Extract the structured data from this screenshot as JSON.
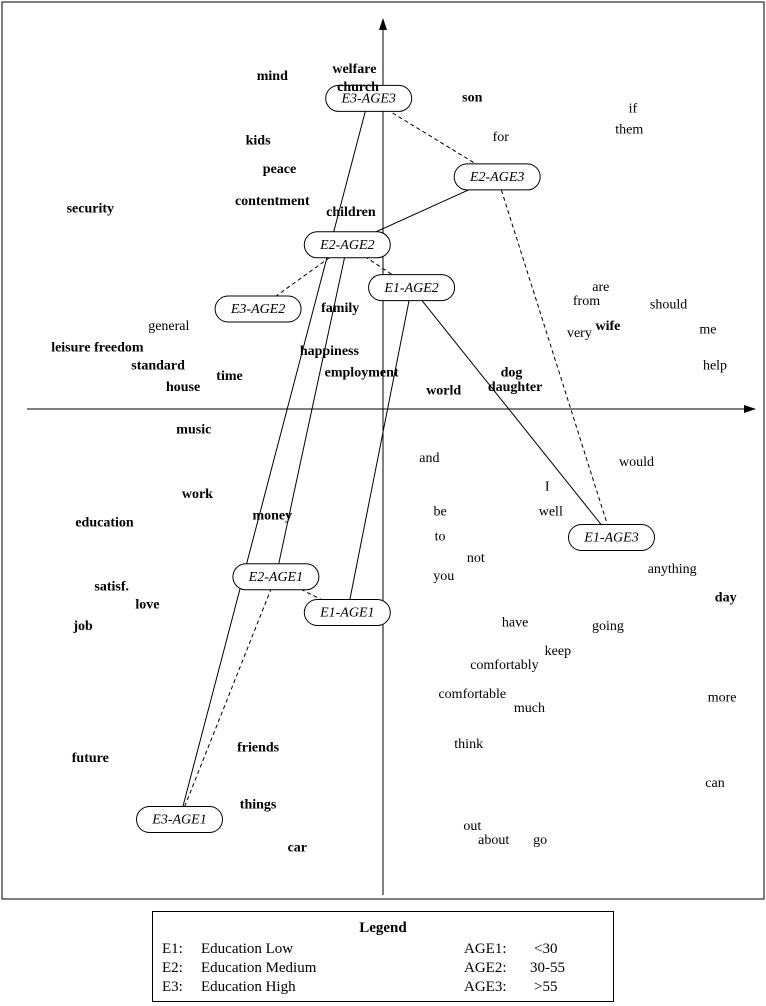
{
  "chart_data": {
    "type": "scatter",
    "title": "",
    "xlabel": "",
    "ylabel": "",
    "axes": "centered-cross-with-arrows",
    "xlim": [
      -1.0,
      1.0
    ],
    "ylim": [
      -1.0,
      1.0
    ],
    "words": [
      {
        "text": "mind",
        "x": -0.31,
        "y": 0.93,
        "bold": true
      },
      {
        "text": "welfare",
        "x": -0.08,
        "y": 0.95,
        "bold": true
      },
      {
        "text": "church",
        "x": -0.07,
        "y": 0.9,
        "bold": true
      },
      {
        "text": "son",
        "x": 0.25,
        "y": 0.87,
        "bold": true
      },
      {
        "text": "if",
        "x": 0.7,
        "y": 0.84,
        "bold": false
      },
      {
        "text": "them",
        "x": 0.69,
        "y": 0.78,
        "bold": false
      },
      {
        "text": "kids",
        "x": -0.35,
        "y": 0.75,
        "bold": true
      },
      {
        "text": "for",
        "x": 0.33,
        "y": 0.76,
        "bold": false
      },
      {
        "text": "peace",
        "x": -0.29,
        "y": 0.67,
        "bold": true
      },
      {
        "text": "contentment",
        "x": -0.31,
        "y": 0.58,
        "bold": true
      },
      {
        "text": "security",
        "x": -0.82,
        "y": 0.56,
        "bold": true
      },
      {
        "text": "children",
        "x": -0.09,
        "y": 0.55,
        "bold": true
      },
      {
        "text": "are",
        "x": 0.61,
        "y": 0.34,
        "bold": false
      },
      {
        "text": "from",
        "x": 0.57,
        "y": 0.3,
        "bold": false
      },
      {
        "text": "should",
        "x": 0.8,
        "y": 0.29,
        "bold": false
      },
      {
        "text": "family",
        "x": -0.12,
        "y": 0.28,
        "bold": true
      },
      {
        "text": "general",
        "x": -0.6,
        "y": 0.23,
        "bold": false
      },
      {
        "text": "wife",
        "x": 0.63,
        "y": 0.23,
        "bold": true
      },
      {
        "text": "me",
        "x": 0.91,
        "y": 0.22,
        "bold": false
      },
      {
        "text": "very",
        "x": 0.55,
        "y": 0.21,
        "bold": false
      },
      {
        "text": "leisure freedom",
        "x": -0.8,
        "y": 0.17,
        "bold": true
      },
      {
        "text": "happiness",
        "x": -0.15,
        "y": 0.16,
        "bold": true
      },
      {
        "text": "standard",
        "x": -0.63,
        "y": 0.12,
        "bold": true
      },
      {
        "text": "help",
        "x": 0.93,
        "y": 0.12,
        "bold": false
      },
      {
        "text": "dog",
        "x": 0.36,
        "y": 0.1,
        "bold": true
      },
      {
        "text": "employment",
        "x": -0.06,
        "y": 0.1,
        "bold": true
      },
      {
        "text": "time",
        "x": -0.43,
        "y": 0.09,
        "bold": true
      },
      {
        "text": "house",
        "x": -0.56,
        "y": 0.06,
        "bold": true
      },
      {
        "text": "world",
        "x": 0.17,
        "y": 0.05,
        "bold": true
      },
      {
        "text": "daughter",
        "x": 0.37,
        "y": 0.06,
        "bold": true
      },
      {
        "text": "music",
        "x": -0.53,
        "y": -0.06,
        "bold": true
      },
      {
        "text": "and",
        "x": 0.13,
        "y": -0.14,
        "bold": false
      },
      {
        "text": "would",
        "x": 0.71,
        "y": -0.15,
        "bold": false
      },
      {
        "text": "I",
        "x": 0.46,
        "y": -0.22,
        "bold": false
      },
      {
        "text": "work",
        "x": -0.52,
        "y": -0.24,
        "bold": true
      },
      {
        "text": "be",
        "x": 0.16,
        "y": -0.29,
        "bold": false
      },
      {
        "text": "well",
        "x": 0.47,
        "y": -0.29,
        "bold": false
      },
      {
        "text": "money",
        "x": -0.31,
        "y": -0.3,
        "bold": true
      },
      {
        "text": "education",
        "x": -0.78,
        "y": -0.32,
        "bold": true
      },
      {
        "text": "to",
        "x": 0.16,
        "y": -0.36,
        "bold": false
      },
      {
        "text": "not",
        "x": 0.26,
        "y": -0.42,
        "bold": false
      },
      {
        "text": "anything",
        "x": 0.81,
        "y": -0.45,
        "bold": false
      },
      {
        "text": "you",
        "x": 0.17,
        "y": -0.47,
        "bold": false
      },
      {
        "text": "satisf.",
        "x": -0.76,
        "y": -0.5,
        "bold": true
      },
      {
        "text": "day",
        "x": 0.96,
        "y": -0.53,
        "bold": true
      },
      {
        "text": "love",
        "x": -0.66,
        "y": -0.55,
        "bold": true
      },
      {
        "text": "job",
        "x": -0.84,
        "y": -0.61,
        "bold": true
      },
      {
        "text": "have",
        "x": 0.37,
        "y": -0.6,
        "bold": false
      },
      {
        "text": "going",
        "x": 0.63,
        "y": -0.61,
        "bold": false
      },
      {
        "text": "keep",
        "x": 0.49,
        "y": -0.68,
        "bold": false
      },
      {
        "text": "comfortably",
        "x": 0.34,
        "y": -0.72,
        "bold": false
      },
      {
        "text": "comfortable",
        "x": 0.25,
        "y": -0.8,
        "bold": false
      },
      {
        "text": "more",
        "x": 0.95,
        "y": -0.81,
        "bold": false
      },
      {
        "text": "much",
        "x": 0.41,
        "y": -0.84,
        "bold": false
      },
      {
        "text": "think",
        "x": 0.24,
        "y": -0.94,
        "bold": false
      },
      {
        "text": "friends",
        "x": -0.35,
        "y": -0.95,
        "bold": true
      },
      {
        "text": "future",
        "x": -0.82,
        "y": -0.98,
        "bold": true
      },
      {
        "text": "can",
        "x": 0.93,
        "y": -1.05,
        "bold": false
      },
      {
        "text": "things",
        "x": -0.35,
        "y": -1.11,
        "bold": true
      },
      {
        "text": "out",
        "x": 0.25,
        "y": -1.17,
        "bold": false
      },
      {
        "text": "about",
        "x": 0.31,
        "y": -1.21,
        "bold": false
      },
      {
        "text": "go",
        "x": 0.44,
        "y": -1.21,
        "bold": false
      },
      {
        "text": "car",
        "x": -0.24,
        "y": -1.23,
        "bold": true
      }
    ],
    "groups": [
      {
        "label": "E3-AGE3",
        "x": -0.04,
        "y": 0.87
      },
      {
        "label": "E2-AGE3",
        "x": 0.32,
        "y": 0.65
      },
      {
        "label": "E2-AGE2",
        "x": -0.1,
        "y": 0.46
      },
      {
        "label": "E1-AGE2",
        "x": 0.08,
        "y": 0.34
      },
      {
        "label": "E3-AGE2",
        "x": -0.35,
        "y": 0.28
      },
      {
        "label": "E1-AGE3",
        "x": 0.64,
        "y": -0.36
      },
      {
        "label": "E2-AGE1",
        "x": -0.3,
        "y": -0.47
      },
      {
        "label": "E1-AGE1",
        "x": -0.1,
        "y": -0.57
      },
      {
        "label": "E3-AGE1",
        "x": -0.57,
        "y": -1.15
      }
    ],
    "connections": [
      {
        "from": "E3-AGE3",
        "to": "E3-AGE1",
        "style": "solid"
      },
      {
        "from": "E2-AGE2",
        "to": "E2-AGE1",
        "style": "solid"
      },
      {
        "from": "E1-AGE2",
        "to": "E1-AGE1",
        "style": "solid"
      },
      {
        "from": "E1-AGE2",
        "to": "E1-AGE3",
        "style": "solid"
      },
      {
        "from": "E2-AGE2",
        "to": "E2-AGE3",
        "style": "solid"
      },
      {
        "from": "E3-AGE3",
        "to": "E2-AGE3",
        "style": "dashed"
      },
      {
        "from": "E2-AGE3",
        "to": "E1-AGE3",
        "style": "dashed"
      },
      {
        "from": "E3-AGE2",
        "to": "E2-AGE2",
        "style": "dashed"
      },
      {
        "from": "E2-AGE2",
        "to": "E1-AGE2",
        "style": "dashed"
      },
      {
        "from": "E3-AGE1",
        "to": "E2-AGE1",
        "style": "dashed"
      },
      {
        "from": "E2-AGE1",
        "to": "E1-AGE1",
        "style": "dashed"
      }
    ]
  },
  "legend": {
    "title": "Legend",
    "education": [
      {
        "code": "E1:",
        "desc": "Education Low"
      },
      {
        "code": "E2:",
        "desc": "Education Medium"
      },
      {
        "code": "E3:",
        "desc": "Education High"
      }
    ],
    "age": [
      {
        "code": "AGE1:",
        "desc": "<30"
      },
      {
        "code": "AGE2:",
        "desc": "30-55"
      },
      {
        "code": "AGE3:",
        "desc": ">55"
      }
    ]
  }
}
